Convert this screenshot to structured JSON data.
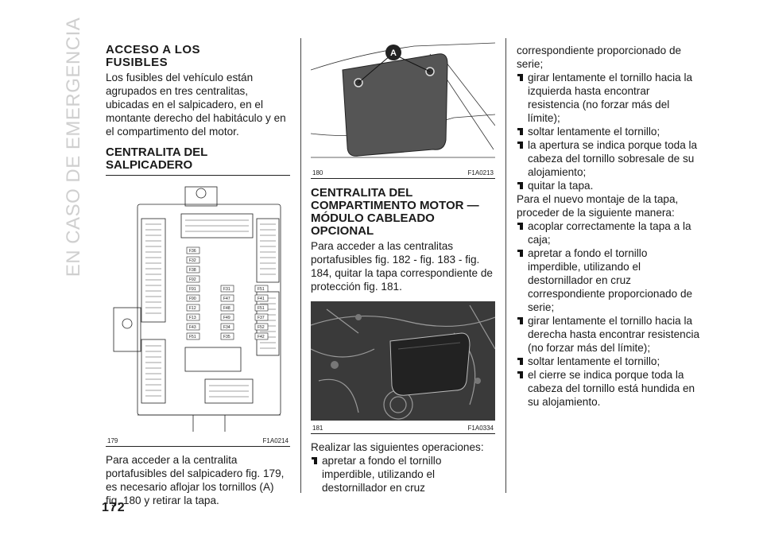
{
  "side_title": "EN CASO DE EMERGENCIA",
  "page_number": "172",
  "col1": {
    "title_lines": [
      "ACCESO A LOS",
      "FUSIBLES"
    ],
    "intro": "Los fusibles del vehículo están agrupados en tres centralitas, ubicadas en el salpicadero, en el montante derecho del habitáculo y en el compartimento del motor.",
    "section_title": "CENTRALITA DEL SALPICADERO",
    "figure": {
      "number": "179",
      "code": "F1A0214"
    },
    "after_fig": "Para acceder a la centralita portafusibles del salpicadero fig. 179, es necesario aflojar los tornillos (A) fig. 180 y retirar la tapa.",
    "fuse_labels_left": [
      "F36",
      "F32",
      "F38",
      "F92",
      "F91",
      "F90",
      "F12",
      "F13",
      "F43",
      "F51"
    ],
    "fuse_labels_mid": [
      "F31",
      "F47",
      "F48",
      "F49",
      "F34",
      "F35"
    ],
    "fuse_labels_right": [
      "F51",
      "F41",
      "F51",
      "F37",
      "F52",
      "F42"
    ]
  },
  "col2": {
    "figure1": {
      "number": "180",
      "code": "F1A0213",
      "callout": "A"
    },
    "section_title_lines": [
      "CENTRALITA DEL",
      "COMPARTIMENTO MOTOR —",
      "MÓDULO CABLEADO OPCIONAL"
    ],
    "para": "Para acceder a las centralitas portafusibles fig. 182 - fig. 183 - fig. 184, quitar la tapa correspondiente de protección fig. 181.",
    "figure2": {
      "number": "181",
      "code": "F1A0334"
    },
    "ops_intro": "Realizar las siguientes operaciones:",
    "bullet": "apretar a fondo el tornillo imperdible, utilizando el destornillador en cruz"
  },
  "col3": {
    "cont": "correspondiente proporcionado de serie;",
    "bullets1": [
      "girar lentamente el tornillo hacia la izquierda hasta encontrar resistencia (no forzar más del límite);",
      "soltar lentamente el tornillo;",
      "la apertura se indica porque toda la cabeza del tornillo sobresale de su alojamiento;",
      "quitar la tapa."
    ],
    "mid": "Para el nuevo montaje de la tapa, proceder de la siguiente manera:",
    "bullets2": [
      "acoplar correctamente la tapa a la caja;",
      "apretar a fondo el tornillo imperdible, utilizando el destornillador en cruz correspondiente proporcionado de serie;",
      "girar lentamente el tornillo hacia la derecha hasta encontrar resistencia (no forzar más del límite);",
      "soltar lentamente el tornillo;",
      "el cierre se indica porque toda la cabeza del tornillo está hundida en su alojamiento."
    ]
  }
}
